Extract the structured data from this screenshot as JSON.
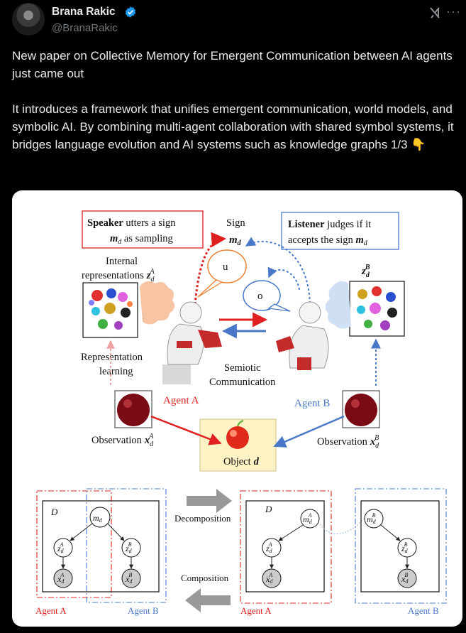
{
  "post": {
    "author_name": "Brana Rakic",
    "author_handle": "@BranaRakic",
    "paragraph_1": "New paper on Collective Memory for Emergent Communication between AI agents just came out",
    "paragraph_2": "It introduces a framework that unifies emergent communication, world models, and symbolic AI. By combining multi-agent collaboration with shared symbol systems, it bridges language evolution and AI systems such as knowledge graphs 1/3",
    "emoji": "👇"
  },
  "figure": {
    "speaker_bold": "Speaker",
    "speaker_rest": " utters a sign",
    "speaker_line2": " as sampling",
    "sign_label": "Sign",
    "listener_bold": "Listener",
    "listener_rest": " judges if it",
    "listener_line2": "accepts the sign ",
    "internal_1": "Internal",
    "internal_2": "representations",
    "bubble_u": "u",
    "bubble_o": "o",
    "rep_learning_1": "Representation",
    "rep_learning_2": "learning",
    "semiotic_1": "Semiotic",
    "semiotic_2": "Communication",
    "agent_a": "Agent A",
    "agent_b": "Agent B",
    "observation": "Observation",
    "object": "Object",
    "decomposition": "Decomposition",
    "composition": "Composition",
    "plate_d": "D"
  },
  "colors": {
    "background": "#000000",
    "text": "#e7e9ea",
    "muted": "#71767b",
    "verified": "#1d9bf0",
    "agent_a_red": "#e02020",
    "agent_b_blue": "#4a78c9",
    "object_box": "#fdf3c4"
  },
  "icons": [
    "verified-badge-icon",
    "grok-icon",
    "more-icon"
  ]
}
